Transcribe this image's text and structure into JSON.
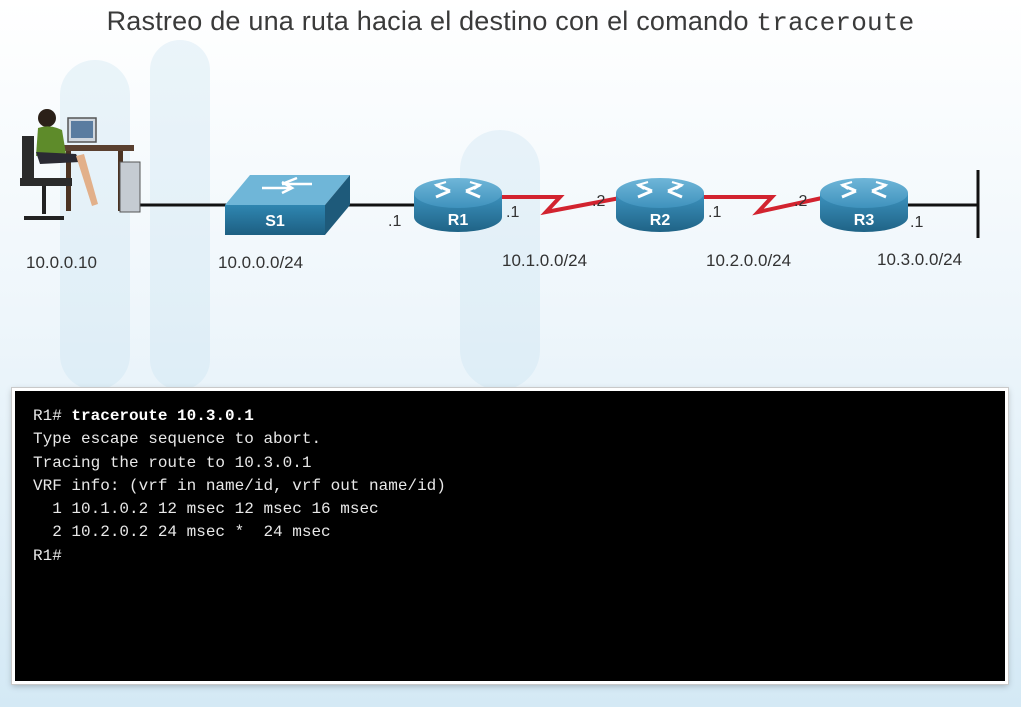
{
  "title": {
    "text": "Rastreo de una ruta hacia el destino con el comando",
    "command": "traceroute"
  },
  "topology": {
    "pc": {
      "ip": "10.0.0.10"
    },
    "switch": {
      "name": "S1",
      "network": "10.0.0.0/24"
    },
    "routers": [
      {
        "name": "R1",
        "left_if": ".1",
        "right_if": ".1"
      },
      {
        "name": "R2",
        "left_if": ".2",
        "right_if": ".1"
      },
      {
        "name": "R3",
        "left_if": ".2",
        "right_if": ".1"
      }
    ],
    "networks": [
      "10.1.0.0/24",
      "10.2.0.0/24",
      "10.3.0.0/24"
    ],
    "colors": {
      "serial_link": "#d2232f",
      "router_body": "#2d7fa8",
      "ethernet": "#111111"
    }
  },
  "terminal": {
    "prompt1": "R1#",
    "command": "traceroute 10.3.0.1",
    "lines": [
      "Type escape sequence to abort.",
      "Tracing the route to 10.3.0.1",
      "VRF info: (vrf in name/id, vrf out name/id)",
      "  1 10.1.0.2 12 msec 12 msec 16 msec",
      "  2 10.2.0.2 24 msec *  24 msec"
    ],
    "prompt2": "R1#"
  }
}
